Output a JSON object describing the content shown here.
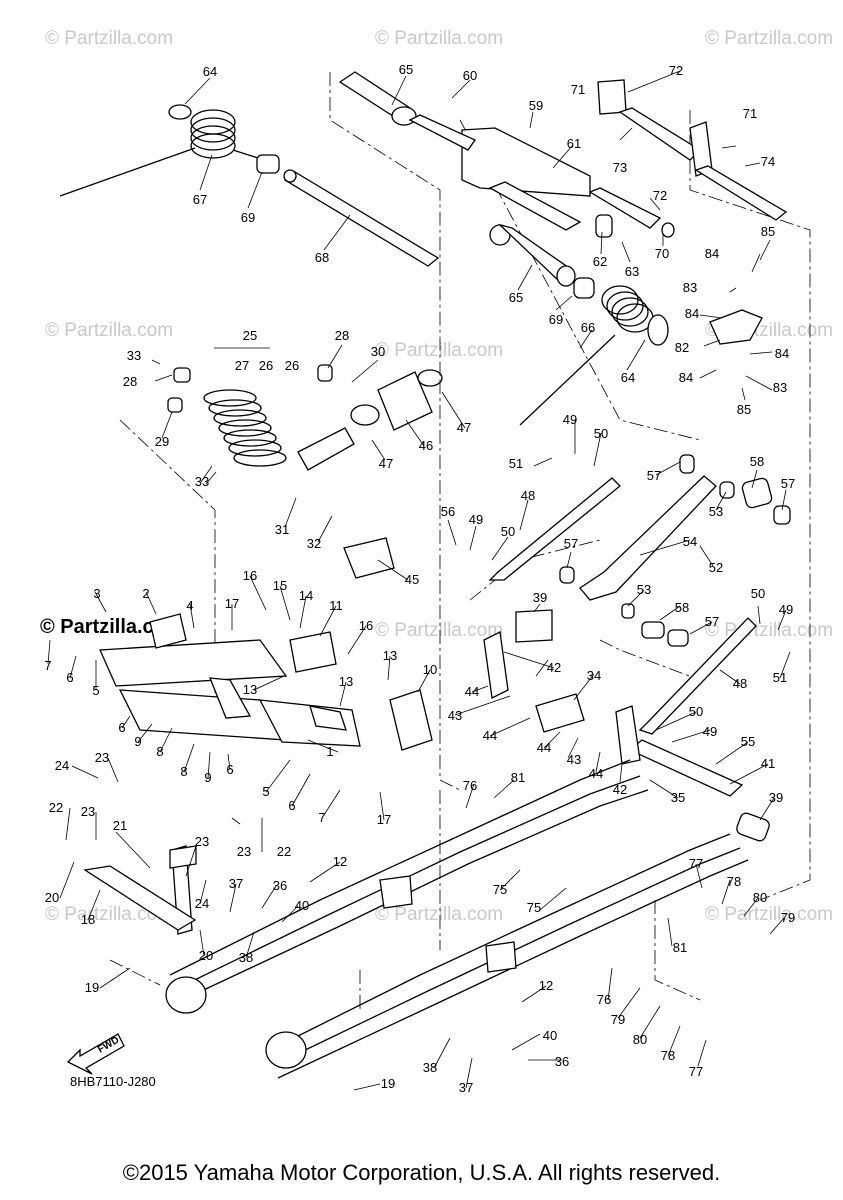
{
  "watermark": "© Partzilla.com",
  "drawing_code": "8HB7110-J280",
  "fwd_label": "FWD",
  "copyright": "©2015 Yamaha Motor Corporation, U.S.A. All rights reserved.",
  "callouts": [
    "1",
    "2",
    "3",
    "4",
    "5",
    "6",
    "7",
    "8",
    "9",
    "10",
    "11",
    "12",
    "13",
    "14",
    "15",
    "16",
    "17",
    "18",
    "19",
    "20",
    "21",
    "22",
    "23",
    "24",
    "25",
    "26",
    "27",
    "28",
    "29",
    "30",
    "31",
    "32",
    "33",
    "34",
    "35",
    "36",
    "37",
    "38",
    "39",
    "40",
    "41",
    "42",
    "43",
    "44",
    "45",
    "46",
    "47",
    "48",
    "49",
    "50",
    "51",
    "52",
    "53",
    "54",
    "55",
    "56",
    "57",
    "58",
    "59",
    "60",
    "61",
    "62",
    "63",
    "64",
    "65",
    "66",
    "67",
    "68",
    "69",
    "70",
    "71",
    "72",
    "73",
    "74",
    "75",
    "76",
    "77",
    "78",
    "79",
    "80",
    "81",
    "82",
    "83",
    "84",
    "85"
  ]
}
